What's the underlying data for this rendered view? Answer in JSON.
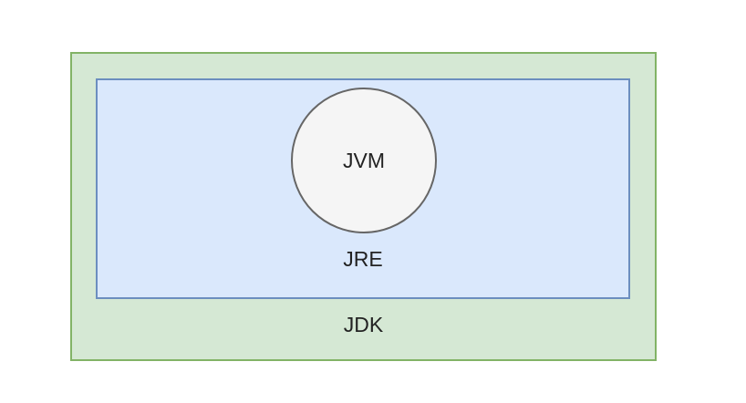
{
  "diagram": {
    "jdk": {
      "label": "JDK",
      "fill": "#d5e8d4",
      "stroke": "#82b366"
    },
    "jre": {
      "label": "JRE",
      "fill": "#dae8fc",
      "stroke": "#6c8ebf"
    },
    "jvm": {
      "label": "JVM",
      "fill": "#f5f5f5",
      "stroke": "#666666"
    },
    "text_color": "#222222",
    "background": "#ffffff"
  }
}
